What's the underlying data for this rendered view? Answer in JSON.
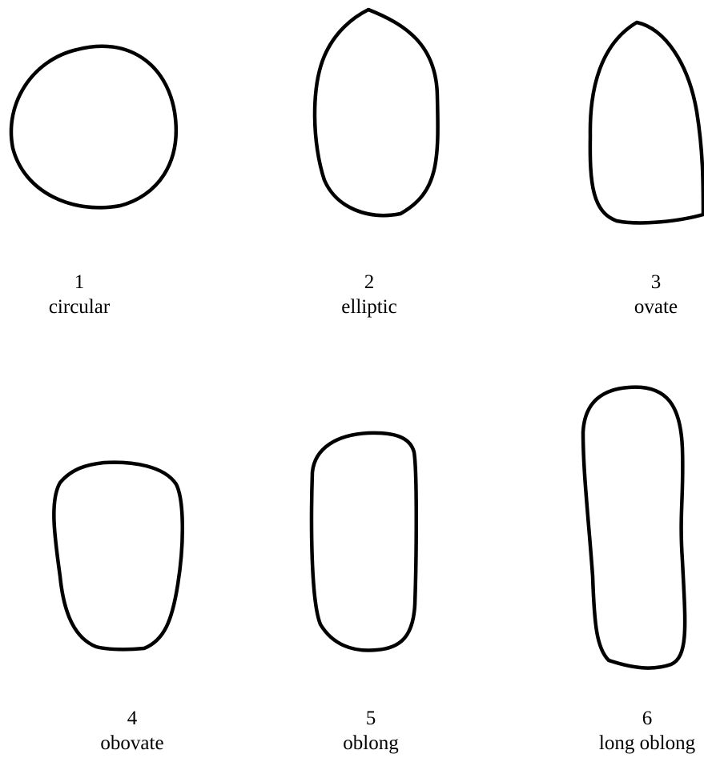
{
  "shapes": [
    {
      "number": "1",
      "name": "circular"
    },
    {
      "number": "2",
      "name": "elliptic"
    },
    {
      "number": "3",
      "name": "ovate"
    },
    {
      "number": "4",
      "name": "obovate"
    },
    {
      "number": "5",
      "name": "oblong"
    },
    {
      "number": "6",
      "name": "long oblong"
    }
  ],
  "colors": {
    "outline": "#000000",
    "background": "#ffffff",
    "text": "#000000"
  }
}
